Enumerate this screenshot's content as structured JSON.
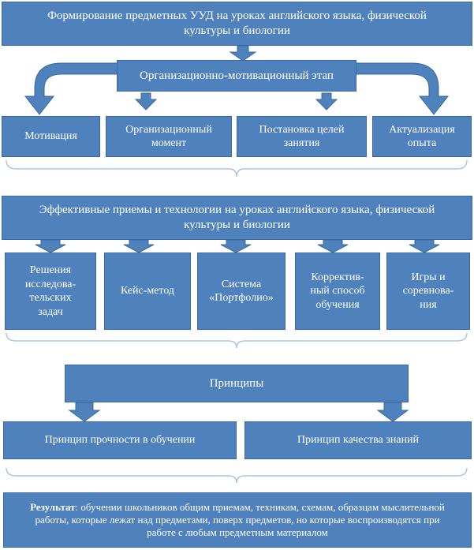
{
  "title": "Формирование предметных УУД на уроках английского языка, физической культуры и биологии",
  "stage": "Организационно-мотивационный этап",
  "stage_items": [
    "Мотивация",
    "Организационный момент",
    "Постановка целей занятия",
    "Актуализация опыта"
  ],
  "techniques": "Эффективные приемы и технологии на уроках английского языка, физической культуры и биологии",
  "technique_items": [
    "Решения исследова-тельских задач",
    "Кейс-метод",
    "Система «Портфолио»",
    "Корректив-ный способ обучения",
    "Игры и соревнова-ния"
  ],
  "principles": "Принципы",
  "principle_items": [
    "Принцип прочности в обучении",
    "Принцип качества знаний"
  ],
  "result": {
    "label": "Результат",
    "text": ": обучении школьников общим приемам, техникам, схемам, образцам мыслительной работы, которые лежат над предметами, поверх предметов, но которые воспроизводятся при работе с любым предметным материалом"
  },
  "colors": {
    "box": "#4f81bd",
    "border": "#3a6aa3",
    "text": "#ffffff",
    "brace": "#9dbbe0"
  }
}
